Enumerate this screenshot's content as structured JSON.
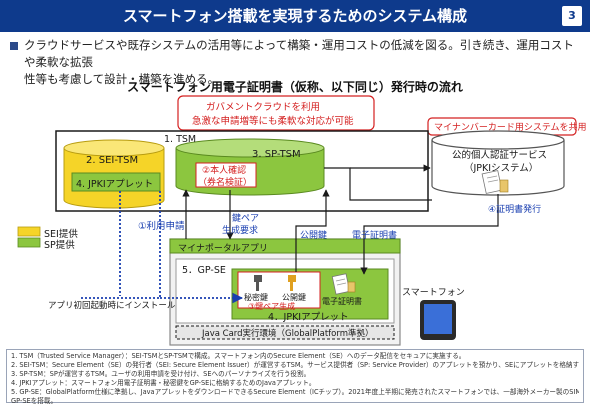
{
  "header": {
    "title": "スマートフォン搭載を実現するためのシステム構成",
    "page_number": "3"
  },
  "bullet": {
    "lines": [
      "クラウドサービスや既存システムの活用等によって構築・運用コストの低減を図る。引き続き、運用コストや柔軟な拡張",
      "性等も考慮して設計・構築を進める。"
    ]
  },
  "diagram": {
    "title": "スマートフォン用電子証明書（仮称、以下同じ）発行時の流れ",
    "callout_cloud": [
      "ガバメントクラウドを利用",
      "急激な申請増等にも柔軟な対応が可能"
    ],
    "callout_mynumber": "マイナンバーカード用システムを共用",
    "tsm_label": "1. TSM",
    "sei_tsm_label": "2. SEI-TSM",
    "jpki_applet_label": "4. JPKIアプレット",
    "sp_tsm_label": "3. SP-TSM",
    "identity_check": [
      "②本人確認",
      "（券名検証）"
    ],
    "jpki_service": [
      "公的個人認証サービス",
      "（JPKIシステム）"
    ],
    "cert_issue": "④証明書発行",
    "use_application": "①利用申請",
    "keypair_request": [
      "鍵ペア",
      "生成要求"
    ],
    "public_key": "公開鍵",
    "digital_cert": "電子証明書",
    "legend_sei": "SEI提供",
    "legend_sp": "SP提供",
    "myna_portal": "マイナポータルアプリ",
    "gp_se": "5．GP-SE",
    "private_key": "秘密鍵",
    "public_key2": "公開鍵",
    "keypair_gen": "③鍵ペア生成",
    "digital_cert2": "電子証明書",
    "jpki_applet2": "4．JPKIアプレット",
    "java_card": "Java Card実行環境（GlobalPlatform準拠）",
    "app_install": "アプリ初回起動時にインストール",
    "smartphone": "スマートフォン"
  },
  "notes": [
    "1. TSM（Trusted Service Manager）：SEI-TSMとSP-TSMで構成。スマートフォン内のSecure Element（SE）へのデータ配信をセキュアに実施する。",
    "2. SEI-TSM：Secure Element（SE）の発行者（SEI: Secure Element Issuer）が運営するTSM。サービス提供者（SP: Service Provider）のアプレットを預かり、SEにアプレットを格納する役割。",
    "3. SP-TSM：SPが運営するTSM。ユーザの利用申請を受け付け、SEへのパーソナライズを行う役割。",
    "4. JPKIアプレット：スマートフォン用電子証明書・秘密鍵をGP-SEに格納するためのJavaアプレット。",
    "5. GP-SE：GlobalPlatform仕様に準拠し、JavaアプレットをダウンロードできるSecure Element（ICチップ）。2021年度上半期に発売されたスマートフォンでは、一部海外メーカー製のSIMフリー端末等を除いて",
    "GP-SEを搭載。"
  ],
  "colors": {
    "header_bg": "#0e3a8c",
    "sei_yellow": "#f5d428",
    "sp_green": "#8cc63f",
    "callout_red": "#d42020",
    "arrow_blue": "#1a3fb0"
  }
}
